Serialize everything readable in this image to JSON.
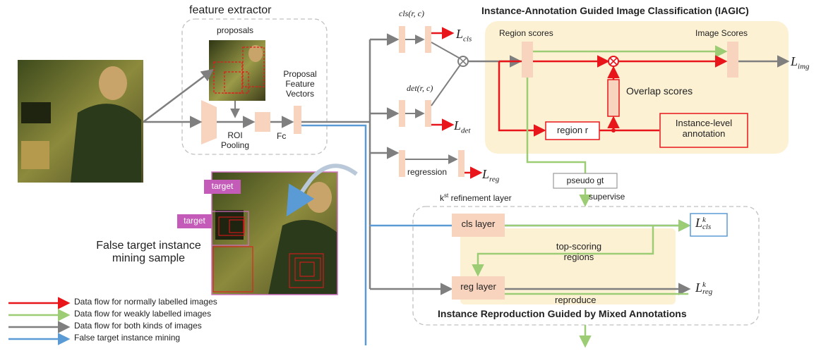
{
  "colors": {
    "normal": "#e8161b",
    "weak": "#9ccc74",
    "both": "#7f7f7f",
    "mining": "#5b9bd5",
    "block": "#f8d3bd",
    "panel": "#fdf1d4",
    "dashed": "#c0c0c0"
  },
  "feature_extractor": {
    "title": "feature extractor",
    "proposals": "proposals",
    "roi": "ROI\nPooling",
    "fc": "Fc",
    "vectors": "Proposal\nFeature\nVectors"
  },
  "branches": {
    "cls_top": "cls(r, c)",
    "l_cls": "L",
    "l_cls_sub": "cls",
    "det_top": "det(r, c)",
    "l_det": "L",
    "l_det_sub": "det",
    "regression": "regression",
    "l_reg": "L",
    "l_reg_sub": "reg"
  },
  "iagic": {
    "title": "Instance-Annotation Guided Image Classification (IAGIC)",
    "region_scores": "Region scores",
    "image_scores": "Image Scores",
    "overlap_scores": "Overlap scores",
    "region_r": "region r",
    "instance_annotation": "Instance-level\nannotation",
    "l_img": "L",
    "l_img_sub": "img"
  },
  "refinement": {
    "pseudo_gt": "pseudo gt",
    "supervise": "supervise",
    "k_label": "k",
    "k_sup": "st",
    "k_rest": " refinement layer",
    "cls_layer": "cls layer",
    "reg_layer": "reg layer",
    "top_scoring": "top-scoring\nregions",
    "reproduce": "reproduce",
    "l_cls": "L",
    "l_cls_sup": "k",
    "l_cls_sub": "cls",
    "l_reg": "L",
    "l_reg_sup": "k",
    "l_reg_sub": "reg",
    "title": "Instance Reproduction Guided by Mixed Annotations"
  },
  "mining": {
    "caption": "False target instance\nmining sample",
    "target1": "target",
    "target2": "target"
  },
  "legend": [
    {
      "text": "Data flow for normally labelled images",
      "color": "#e8161b"
    },
    {
      "text": "Data flow for weakly labelled images",
      "color": "#9ccc74"
    },
    {
      "text": "Data flow for both kinds of images",
      "color": "#7f7f7f"
    },
    {
      "text": "False target instance mining",
      "color": "#5b9bd5"
    }
  ]
}
